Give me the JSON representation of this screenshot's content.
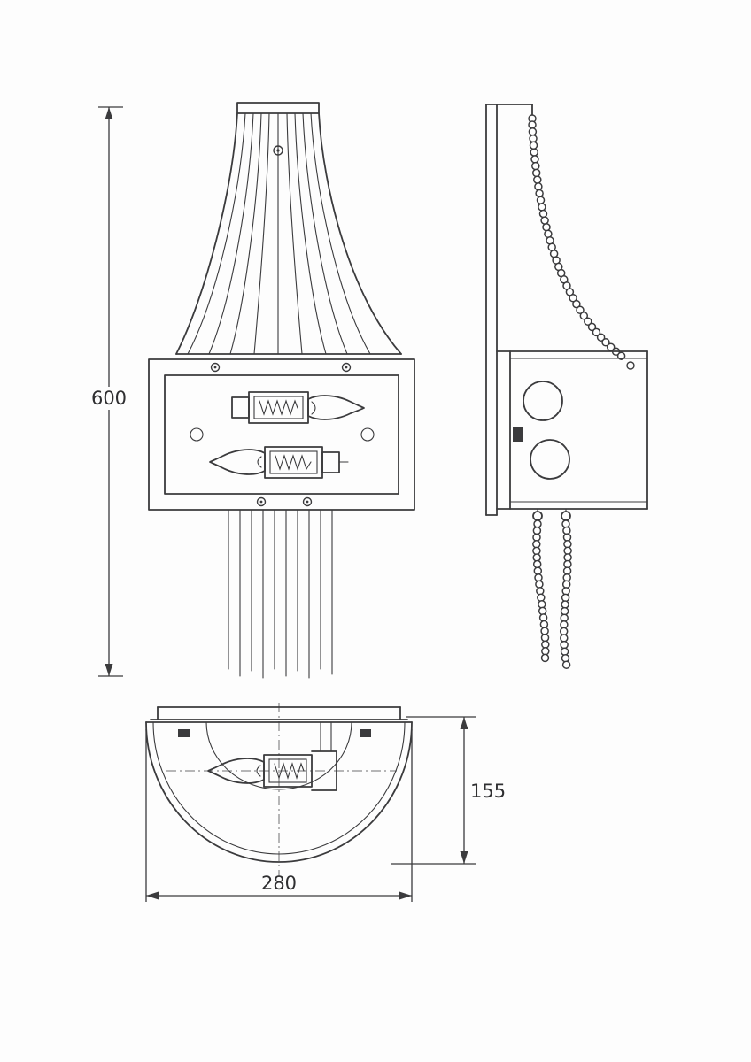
{
  "drawing": {
    "dimensions": {
      "height": "600",
      "depth": "155",
      "width": "280"
    },
    "colors": {
      "line": "#3b3b3d",
      "background": "#fdfdfd"
    }
  }
}
